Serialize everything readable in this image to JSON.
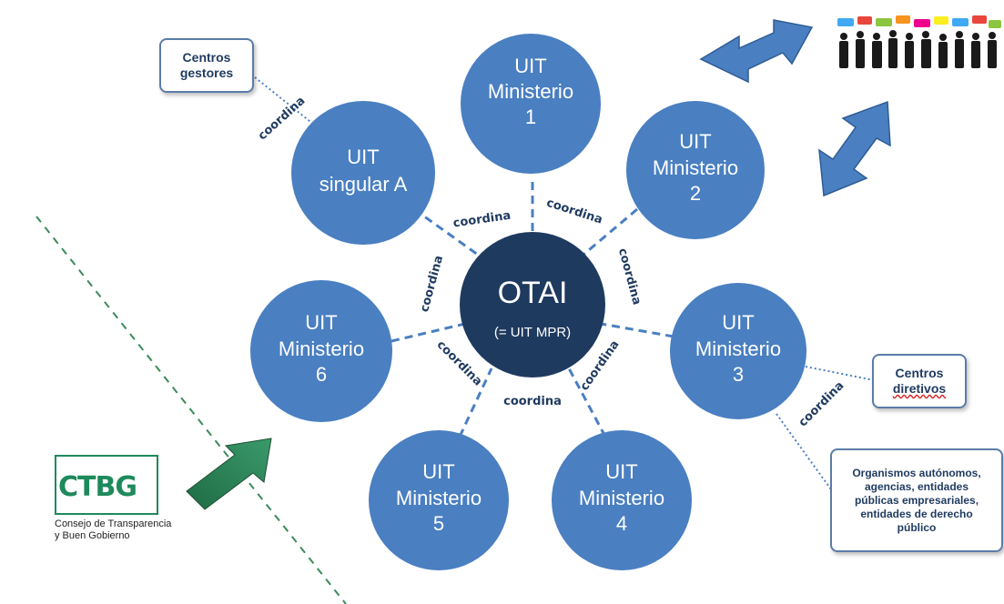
{
  "center": {
    "title": "OTAI",
    "subtitle": "(= UIT MPR)"
  },
  "nodes": {
    "m1": [
      "UIT",
      "Ministerio",
      "1"
    ],
    "m2": [
      "UIT",
      "Ministerio",
      "2"
    ],
    "m3": [
      "UIT",
      "Ministerio",
      "3"
    ],
    "m4": [
      "UIT",
      "Ministerio",
      "4"
    ],
    "m5": [
      "UIT",
      "Ministerio",
      "5"
    ],
    "m6": [
      "UIT",
      "Ministerio",
      "6"
    ],
    "sa": [
      "UIT",
      "singular A"
    ]
  },
  "link_label": "coordina",
  "boxes": {
    "centros_gestores": [
      "Centros",
      "gestores"
    ],
    "centros_directivos": [
      "Centros",
      "diretivos"
    ],
    "organismos": [
      "Organismos autónomos,",
      "agencias, entidades",
      "públicas empresariales,",
      "entidades de derecho",
      "público"
    ]
  },
  "logo": {
    "mark": "CTBG",
    "caption": [
      "Consejo de Transparencia",
      "y Buen Gobierno"
    ]
  },
  "people_icon": "crowd-with-speech-bubbles-icon",
  "colors": {
    "node": "#4a7fc1",
    "center": "#1f3a5f",
    "arrow": "#4a7fc1",
    "green_arrow": "#2e8b57",
    "text": "#1f3a5f"
  }
}
